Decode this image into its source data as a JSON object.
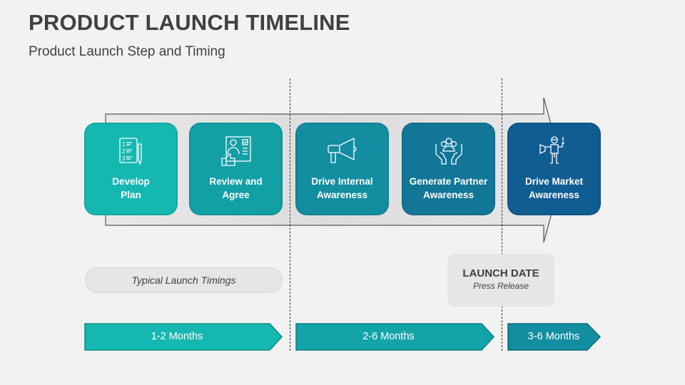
{
  "header": {
    "title": "PRODUCT LAUNCH TIMELINE",
    "subtitle": "Product Launch Step and Timing"
  },
  "steps": [
    {
      "label": "Develop Plan",
      "line1": "Develop",
      "line2": "Plan",
      "icon": "numbered-list-pen-icon",
      "color": "#15b8b0"
    },
    {
      "label": "Review and Agree",
      "line1": "Review and",
      "line2": "Agree",
      "icon": "thumbs-up-review-icon",
      "color": "#12a0a6"
    },
    {
      "label": "Drive Internal Awareness",
      "line1": "Drive Internal",
      "line2": "Awareness",
      "icon": "megaphone-icon",
      "color": "#138da0"
    },
    {
      "label": "Generate Partner Awareness",
      "line1": "Generate Partner",
      "line2": "Awareness",
      "icon": "hands-group-icon",
      "color": "#127697"
    },
    {
      "label": "Drive Market Awareness",
      "line1": "Drive Market",
      "line2": "Awareness",
      "icon": "person-megaphone-icon",
      "color": "#105d92"
    }
  ],
  "typical_label": "Typical Launch Timings",
  "launch_date": {
    "title": "LAUNCH DATE",
    "subtitle": "Press Release"
  },
  "timings": [
    {
      "label": "1-2 Months",
      "color": "#15b8b0",
      "border": "#0e8a84"
    },
    {
      "label": "2-6 Months",
      "color": "#13a4a8",
      "border": "#0d7e82"
    },
    {
      "label": "3-6 Months",
      "color": "#138da0",
      "border": "#0d6a78"
    }
  ]
}
